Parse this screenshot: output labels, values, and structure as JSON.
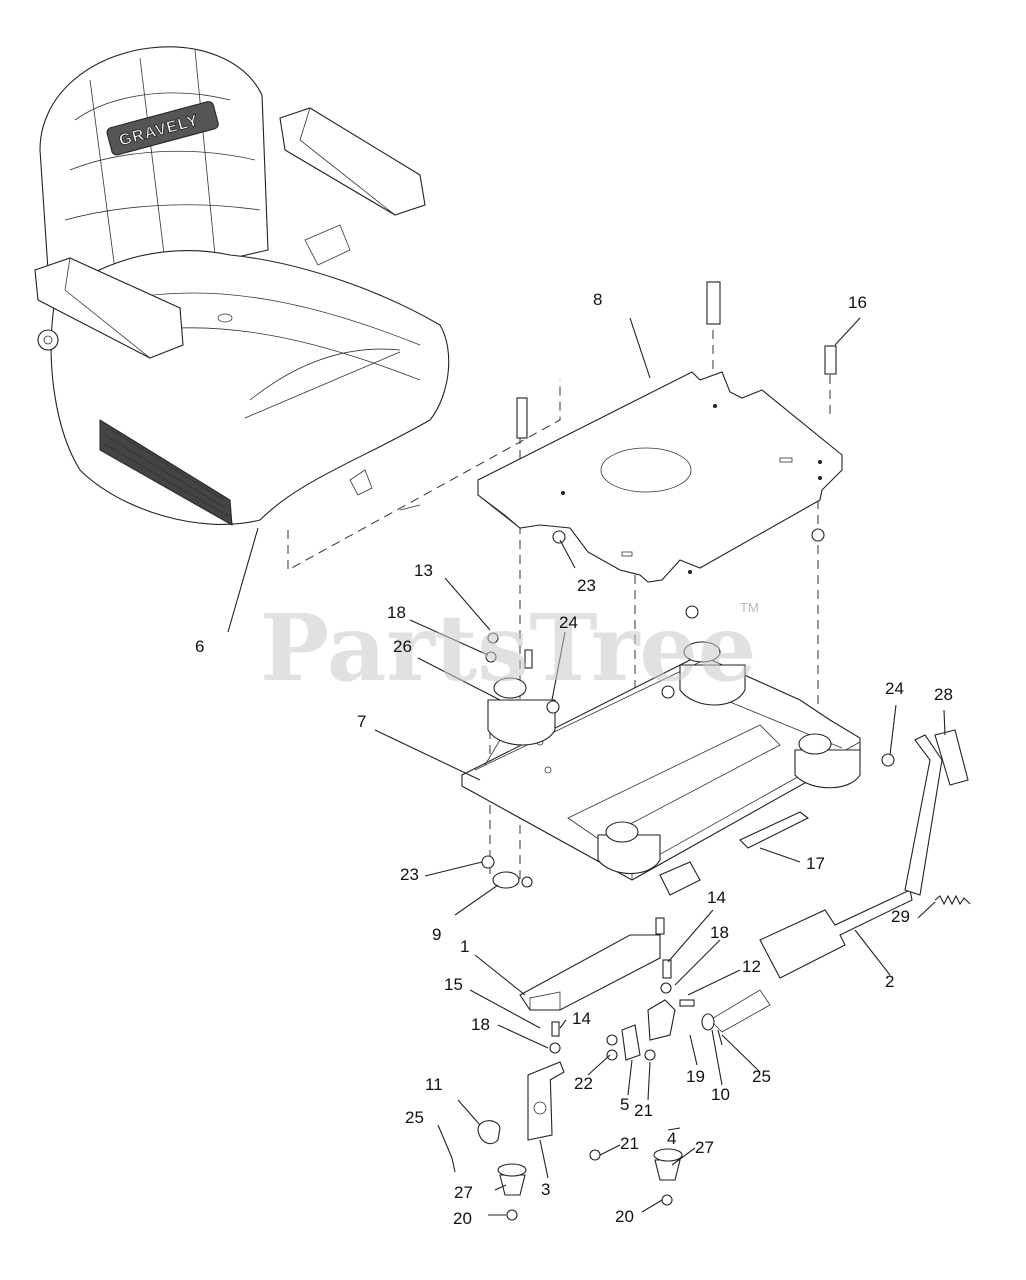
{
  "seat_brand": "GRAVELY",
  "watermark": {
    "text": "PartsTree",
    "mark": "TM"
  },
  "callouts": {
    "c1": "1",
    "c2": "2",
    "c3": "3",
    "c4": "4",
    "c5": "5",
    "c6": "6",
    "c7": "7",
    "c8": "8",
    "c9": "9",
    "c10": "10",
    "c11": "11",
    "c12": "12",
    "c13": "13",
    "c14a": "14",
    "c14b": "14",
    "c15": "15",
    "c16": "16",
    "c17": "17",
    "c18a": "18",
    "c18b": "18",
    "c18c": "18",
    "c19": "19",
    "c20a": "20",
    "c20b": "20",
    "c21a": "21",
    "c21b": "21",
    "c22": "22",
    "c23a": "23",
    "c23b": "23",
    "c24a": "24",
    "c24b": "24",
    "c25a": "25",
    "c25b": "25",
    "c26": "26",
    "c27a": "27",
    "c27b": "27",
    "c28": "28",
    "c29": "29"
  }
}
